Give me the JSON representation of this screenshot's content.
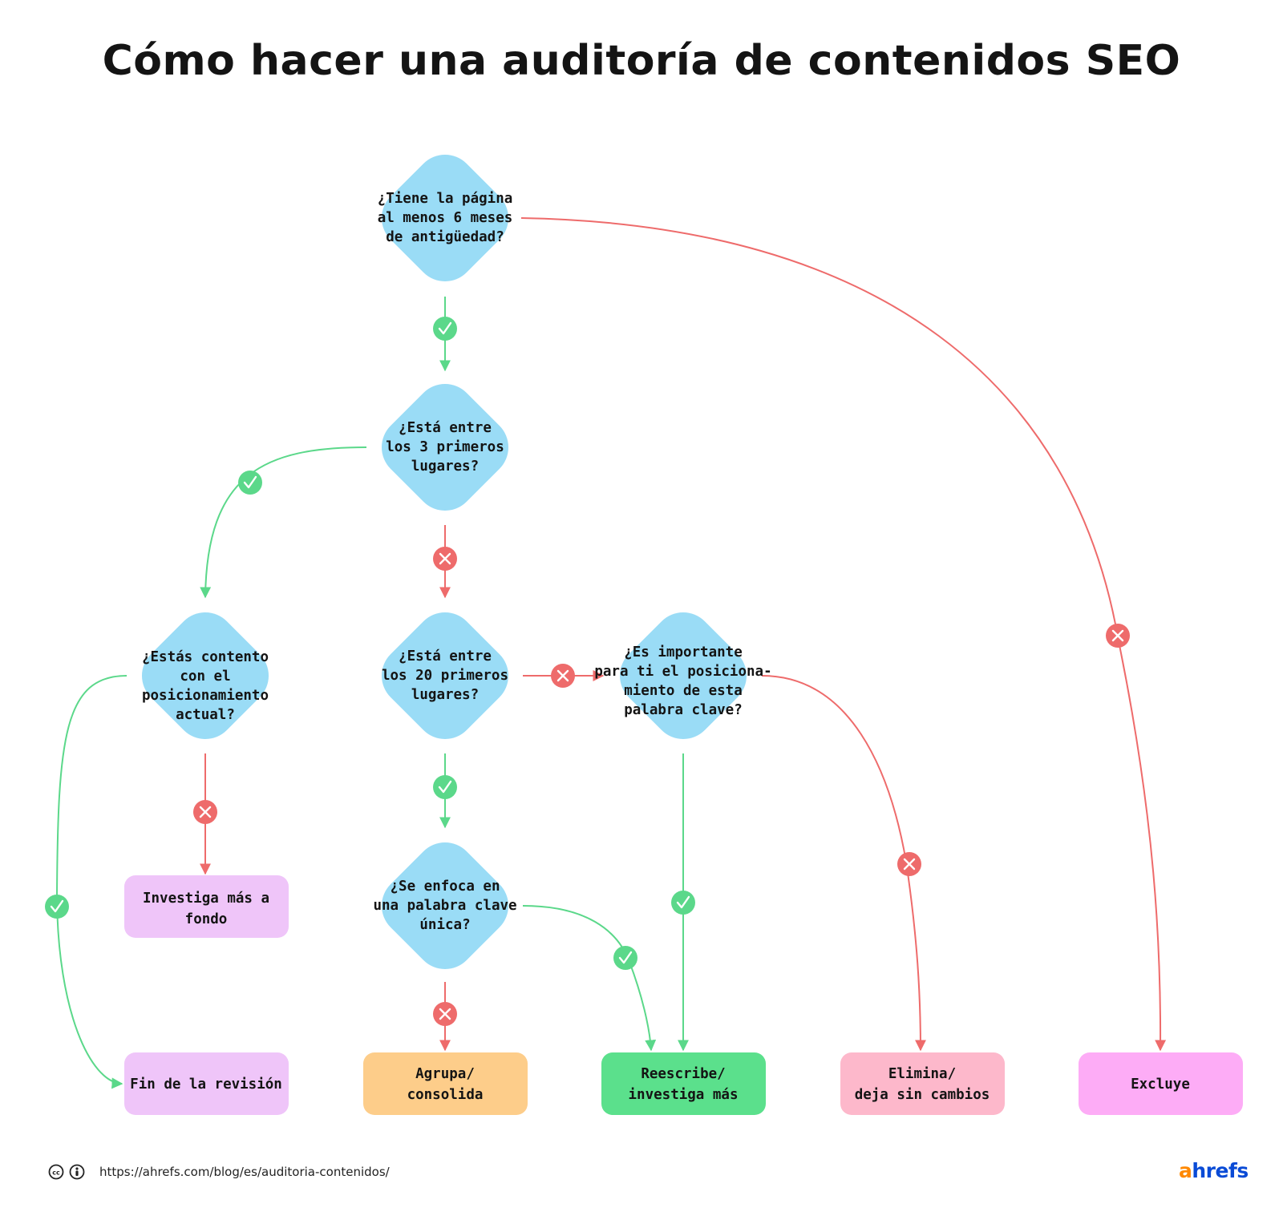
{
  "title": "Cómo hacer una auditoría de contenidos SEO",
  "colors": {
    "decision": "#9adcf6",
    "yes": "#5bd88a",
    "no": "#ee6b6b",
    "box_investiga": "#efc5f9",
    "box_fin": "#efc5f9",
    "box_agrupa": "#fdcd8a",
    "box_reescribe": "#5be08c",
    "box_elimina": "#fdb8cb",
    "box_excluye": "#fdacf6"
  },
  "decisions": {
    "d1": [
      "¿Tiene la página",
      "al menos 6 meses",
      "de antigüedad?"
    ],
    "d2": [
      "¿Está entre",
      "los 3 primeros",
      "lugares?"
    ],
    "d3": [
      "¿Estás contento",
      "con el",
      "posicionamiento",
      "actual?"
    ],
    "d4": [
      "¿Está entre",
      "los 20 primeros",
      "lugares?"
    ],
    "d5": [
      "¿Es importante",
      "para ti el posiciona-",
      "miento de esta",
      "palabra clave?"
    ],
    "d6": [
      "¿Se enfoca en",
      "una palabra clave",
      "única?"
    ]
  },
  "outcomes": {
    "investiga": [
      "Investiga más a",
      "fondo"
    ],
    "fin": [
      "Fin de la revisión"
    ],
    "agrupa": [
      "Agrupa/",
      "consolida"
    ],
    "reescribe": [
      "Reescribe/",
      "investiga más"
    ],
    "elimina": [
      "Elimina/",
      "deja sin cambios"
    ],
    "excluye": [
      "Excluye"
    ]
  },
  "footer": {
    "url": "https://ahrefs.com/blog/es/auditoria-contenidos/",
    "license_icons": [
      "cc-icon",
      "attribution-icon"
    ]
  },
  "logo": {
    "a": "a",
    "rest": "hrefs"
  }
}
